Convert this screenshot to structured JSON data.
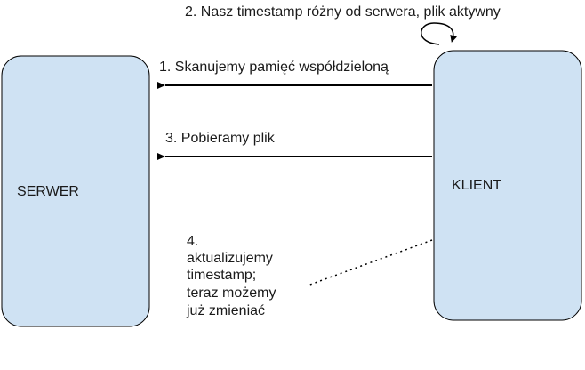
{
  "nodes": {
    "server": {
      "label": "SERWER"
    },
    "client": {
      "label": "KLIENT"
    }
  },
  "edges": {
    "step1": {
      "label": "1. Skanujemy pamięć współdzieloną"
    },
    "step2": {
      "label": "2. Nasz timestamp różny od serwera, plik aktywny"
    },
    "step3": {
      "label": "3. Pobieramy plik"
    },
    "step4": {
      "lines": [
        "4.",
        "aktualizujemy",
        "timestamp;",
        "teraz możemy",
        "już zmieniać"
      ]
    }
  },
  "colors": {
    "node_fill": "#cfe2f3",
    "node_stroke": "#000000",
    "arrow": "#000000"
  }
}
